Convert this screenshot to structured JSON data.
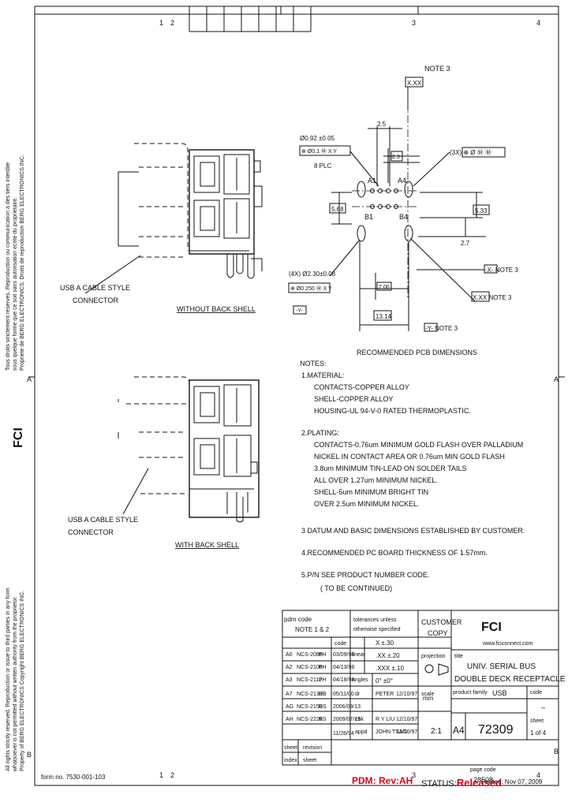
{
  "frame": {
    "top_zones": [
      "1",
      "2",
      "3",
      "4"
    ],
    "bottom_zones": [
      "1",
      "2",
      "3",
      "4"
    ],
    "side_zones": [
      "A",
      "B"
    ]
  },
  "left_notice_top": [
    "Tous droits strictement reserves. Reproduction ou communication a des tiers interdite",
    "sous quelque forme que ce soit sans autorisation ecrite du proprietaire.",
    "Propriete de BERG ELECTRONICS.   Droits de reproduction BERG ELECTRONICS INC."
  ],
  "left_notice_bottom": [
    "All rights strictly reserved. Reproduction or issue to third parties in any form",
    "whatsoever is not permitted without written authority from the proprietor.",
    "Property of BERG ELECTRONICS    Copyright BERG ELECTRONICS INC."
  ],
  "left_logo": "FCI",
  "views": {
    "upper_label": "USB A CABLE STYLE\nCONNECTOR",
    "upper_caption": "WITHOUT BACK SHELL",
    "lower_label": "USB A CABLE STYLE\nCONNECTOR",
    "lower_caption": "WITH BACK SHELL"
  },
  "pcb": {
    "note3_top": "NOTE 3",
    "xxx_box": "X.XX",
    "dim_2_5": "2.5",
    "dim_0_92": "Ø0.92 ±0.05",
    "fcf_small": "⊕ Ø0.1 Ⓜ X Y",
    "plc_8": "8 PLC",
    "dim_2_3": "2.3",
    "fcf_3x": "(3X) ⊕ Ø Ⓜ Ⓜ",
    "a1": "A1",
    "a4": "A4",
    "b1": "B1",
    "b4": "B4",
    "dim_5_68": "5.68",
    "dim_5_33": "5.33",
    "dim_2_7": "2.7",
    "dim_2_30": "(4X) Ø2.30±0.08",
    "fcf_large": "⊕ Ø0.250 Ⓜ X Y",
    "datum_y_small": "-Y-",
    "dim_7_00": "7.00",
    "dim_13_14": "13.14",
    "datum_x_note": "-X- NOTE 3",
    "xxx_note": "X.XX NOTE 3",
    "datum_y_note": "-Y- NOTE 3",
    "caption": "RECOMMENDED PCB DIMENSIONS"
  },
  "notes": [
    "NOTES:",
    "1.MATERIAL:",
    "CONTACTS-COPPER ALLOY",
    "SHELL-COPPER ALLOY",
    "HOUSING-UL 94-V-0 RATED THERMOPLASTIC.",
    "2.PLATING:",
    "CONTACTS-0.76um MINIMUM GOLD FLASH OVER PALLADIUM",
    "NICKEL IN CONTACT AREA OR 0.76um MIN GOLD FLASH",
    "3.8um MINIMUM TIN-LEAD ON SOLDER TAILS",
    "ALL OVER 1.27um MINIMUM NICKEL.",
    "SHELL-5um MINIMUM BRIGHT TIN",
    "OVER 2.5um MINIMUM NICKEL.",
    "3 DATUM AND BASIC DIMENSIONS ESTABLISHED BY CUSTOMER.",
    "4.RECOMMENDED PC BOARD THICKNESS OF 1.57mm.",
    "5.P/N SEE PRODUCT NUMBER CODE.",
    "( TO BE CONTINUED)"
  ],
  "title_block": {
    "pdm_code": "pdm code",
    "note_ref": "NOTE 1 & 2",
    "tolerances_hdr": "tolerances unless otherwise specified",
    "code_hdr": "code",
    "linear": "linear",
    "angles": "angles",
    "tol_x": "X ±.30",
    "tol_xx": ".XX ±.20",
    "tol_xxx": ".XXX ±.10",
    "tol_ang": "0° ±0°",
    "customer_copy": "CUSTOMER COPY",
    "projection": "projection",
    "title_hdr": "title",
    "title_line1": "UNIV. SERIAL BUS",
    "title_line2": "DOUBLE DECK RECEPTACLE",
    "website": "www.fciconnect.com",
    "product_family_hdr": "product family",
    "product_family": "USB",
    "code_short": "code",
    "dash": "–",
    "mm": "mm",
    "scale_hdr": "scale",
    "scale": "2:1",
    "size": "A4",
    "part_number": "72309",
    "sheet_hdr": "sheet",
    "sheet": "1 of 4",
    "dr": "dr",
    "chk": "chk",
    "appd": "appd",
    "dr_name": "PETER",
    "chk_name": "R Y LIU",
    "appd_name": "JOHN TSAO",
    "dr_date": "12/10/97",
    "chk_date": "12/10/97",
    "appd_date": "12/10/97",
    "revisions": [
      {
        "rev": "A0",
        "ecn": "NCS-2086",
        "by": "PH",
        "date": "03/09/98"
      },
      {
        "rev": "A2",
        "ecn": "NCS-2106",
        "by": "PH",
        "date": "04/13/98"
      },
      {
        "rev": "A3",
        "ecn": "NCS-2112",
        "by": "PH",
        "date": "04/18/98"
      },
      {
        "rev": "A7",
        "ecn": "NCS-2133",
        "by": "HB",
        "date": "05/11/00"
      },
      {
        "rev": "AG",
        "ecn": "NCS-2159",
        "by": "RS",
        "date": "2006/09/13"
      },
      {
        "rev": "AH",
        "ecn": "NCS-2226",
        "by": "RS",
        "date": "2009/07/13"
      },
      {
        "rev": "",
        "ecn": "",
        "by": "",
        "date": "11/28/94"
      }
    ],
    "sheet_rev_hdr": "sheet",
    "revision_hdr": "revision",
    "index_hdr": "index",
    "sheet_idx_hdr": "sheet",
    "page_code_hdr": "page code",
    "page_code": "28508"
  },
  "footer": {
    "form_no": "form no. 7530-001-103",
    "pdm_rev": "PDM: Rev:AH",
    "status_label": "STATUS:",
    "status_value": "Released",
    "printed": "Printed: Nov 07, 2009"
  }
}
